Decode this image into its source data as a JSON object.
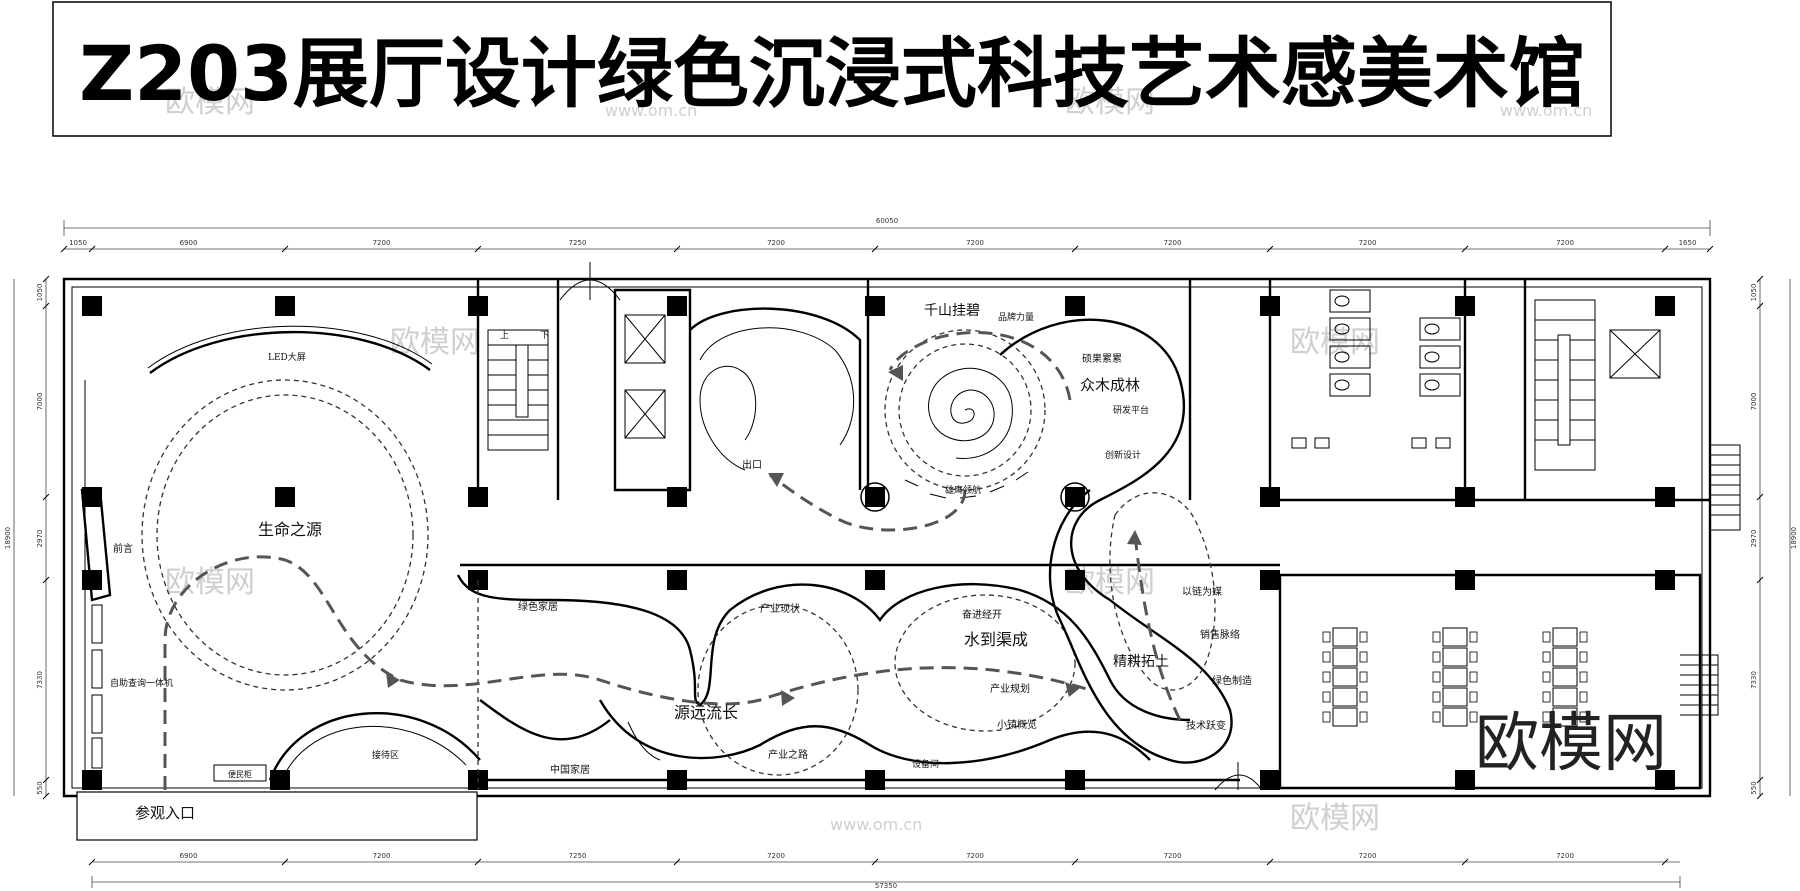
{
  "title": "Z203展厅设计绿色沉浸式科技艺术感美术馆",
  "rooms": {
    "led_screen": "LED大屏",
    "source_of_life": "生命之源",
    "preface": "前言",
    "kiosk": "自助查询一体机",
    "locker": "便民柜",
    "entrance": "参观入口",
    "reception": "接待区",
    "green_home": "绿色家居",
    "china_home": "中国家居",
    "long_history": "源远流长",
    "industry_status": "产业现状",
    "industry_road": "产业之路",
    "forge_ahead": "奋进经开",
    "water_channel": "水到渠成",
    "industry_plan": "产业规划",
    "town_overview": "小镇概览",
    "equipment_room": "设备间",
    "intensive_farming": "精耕拓土",
    "chain_attract": "以链为媒",
    "sales_network": "销售脉络",
    "green_manufacturing": "绿色制造",
    "tech_leap": "技术跃变",
    "green_hills": "千山挂碧",
    "brand_power": "品牌力量",
    "eagle_lead": "雄鹰领航",
    "fruitful": "硕果累累",
    "forest": "众木成林",
    "rd_platform": "研发平台",
    "innovation_design": "创新设计",
    "exit": "出口",
    "stair_up": "上",
    "stair_down": "下"
  },
  "dimensions": {
    "top_total": "60050",
    "top_segments": [
      "1050",
      "6900",
      "7200",
      "7250",
      "7200",
      "7200",
      "7200",
      "7200",
      "7200",
      "1650"
    ],
    "bottom_segments": [
      "6900",
      "7200",
      "7250",
      "7200",
      "7200",
      "7200",
      "7200",
      "7200"
    ],
    "bottom_total": "57350",
    "left_segments": [
      "1050",
      "7000",
      "2970",
      "7330",
      "550"
    ],
    "left_total": "18900",
    "right_segments": [
      "1050",
      "7000",
      "2970",
      "7330",
      "550"
    ],
    "right_total": "18900"
  },
  "watermark": {
    "brand": "欧模网",
    "url": "www.om.cn"
  }
}
